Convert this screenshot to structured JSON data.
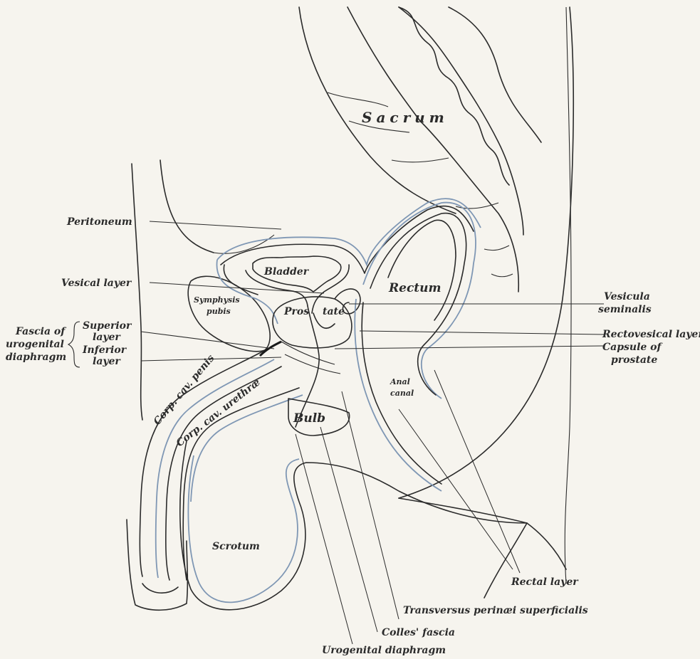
{
  "labels": {
    "sacrum": "Sacrum",
    "peritoneum": "Peritoneum",
    "vesical_layer": "Vesical layer",
    "bladder": "Bladder",
    "symphysis_line1": "Symphysis",
    "symphysis_line2": "pubis",
    "prostate_part1": "Pros",
    "prostate_part2": "tate",
    "rectum": "Rectum",
    "vesicula_line1": "Vesicula",
    "vesicula_line2": "seminalis",
    "rectovesical_layer": "Rectovesical layer",
    "capsule_line1": "Capsule of",
    "capsule_line2": "prostate",
    "fascia_line1": "Fascia of",
    "fascia_line2": "urogenital",
    "fascia_line3": "diaphragm",
    "superior_line1": "Superior",
    "superior_line2": "layer",
    "inferior_line1": "Inferior",
    "inferior_line2": "layer",
    "corp_cav_penis": "Corp. cav. penis",
    "corp_cav_urethrae": "Corp. cav. urethræ",
    "bulb": "Bulb",
    "anal_line1": "Anal",
    "anal_line2": "canal",
    "scrotum": "Scrotum",
    "rectal_layer": "Rectal layer",
    "transversus": "Transversus perinæi superficialis",
    "colles": "Colles' fascia",
    "urogenital_diaphragm": "Urogenital diaphragm"
  },
  "colors": {
    "ink": "#2b2b2b",
    "fascia_blue": "#7f97b4",
    "paper": "#f6f4ee"
  }
}
